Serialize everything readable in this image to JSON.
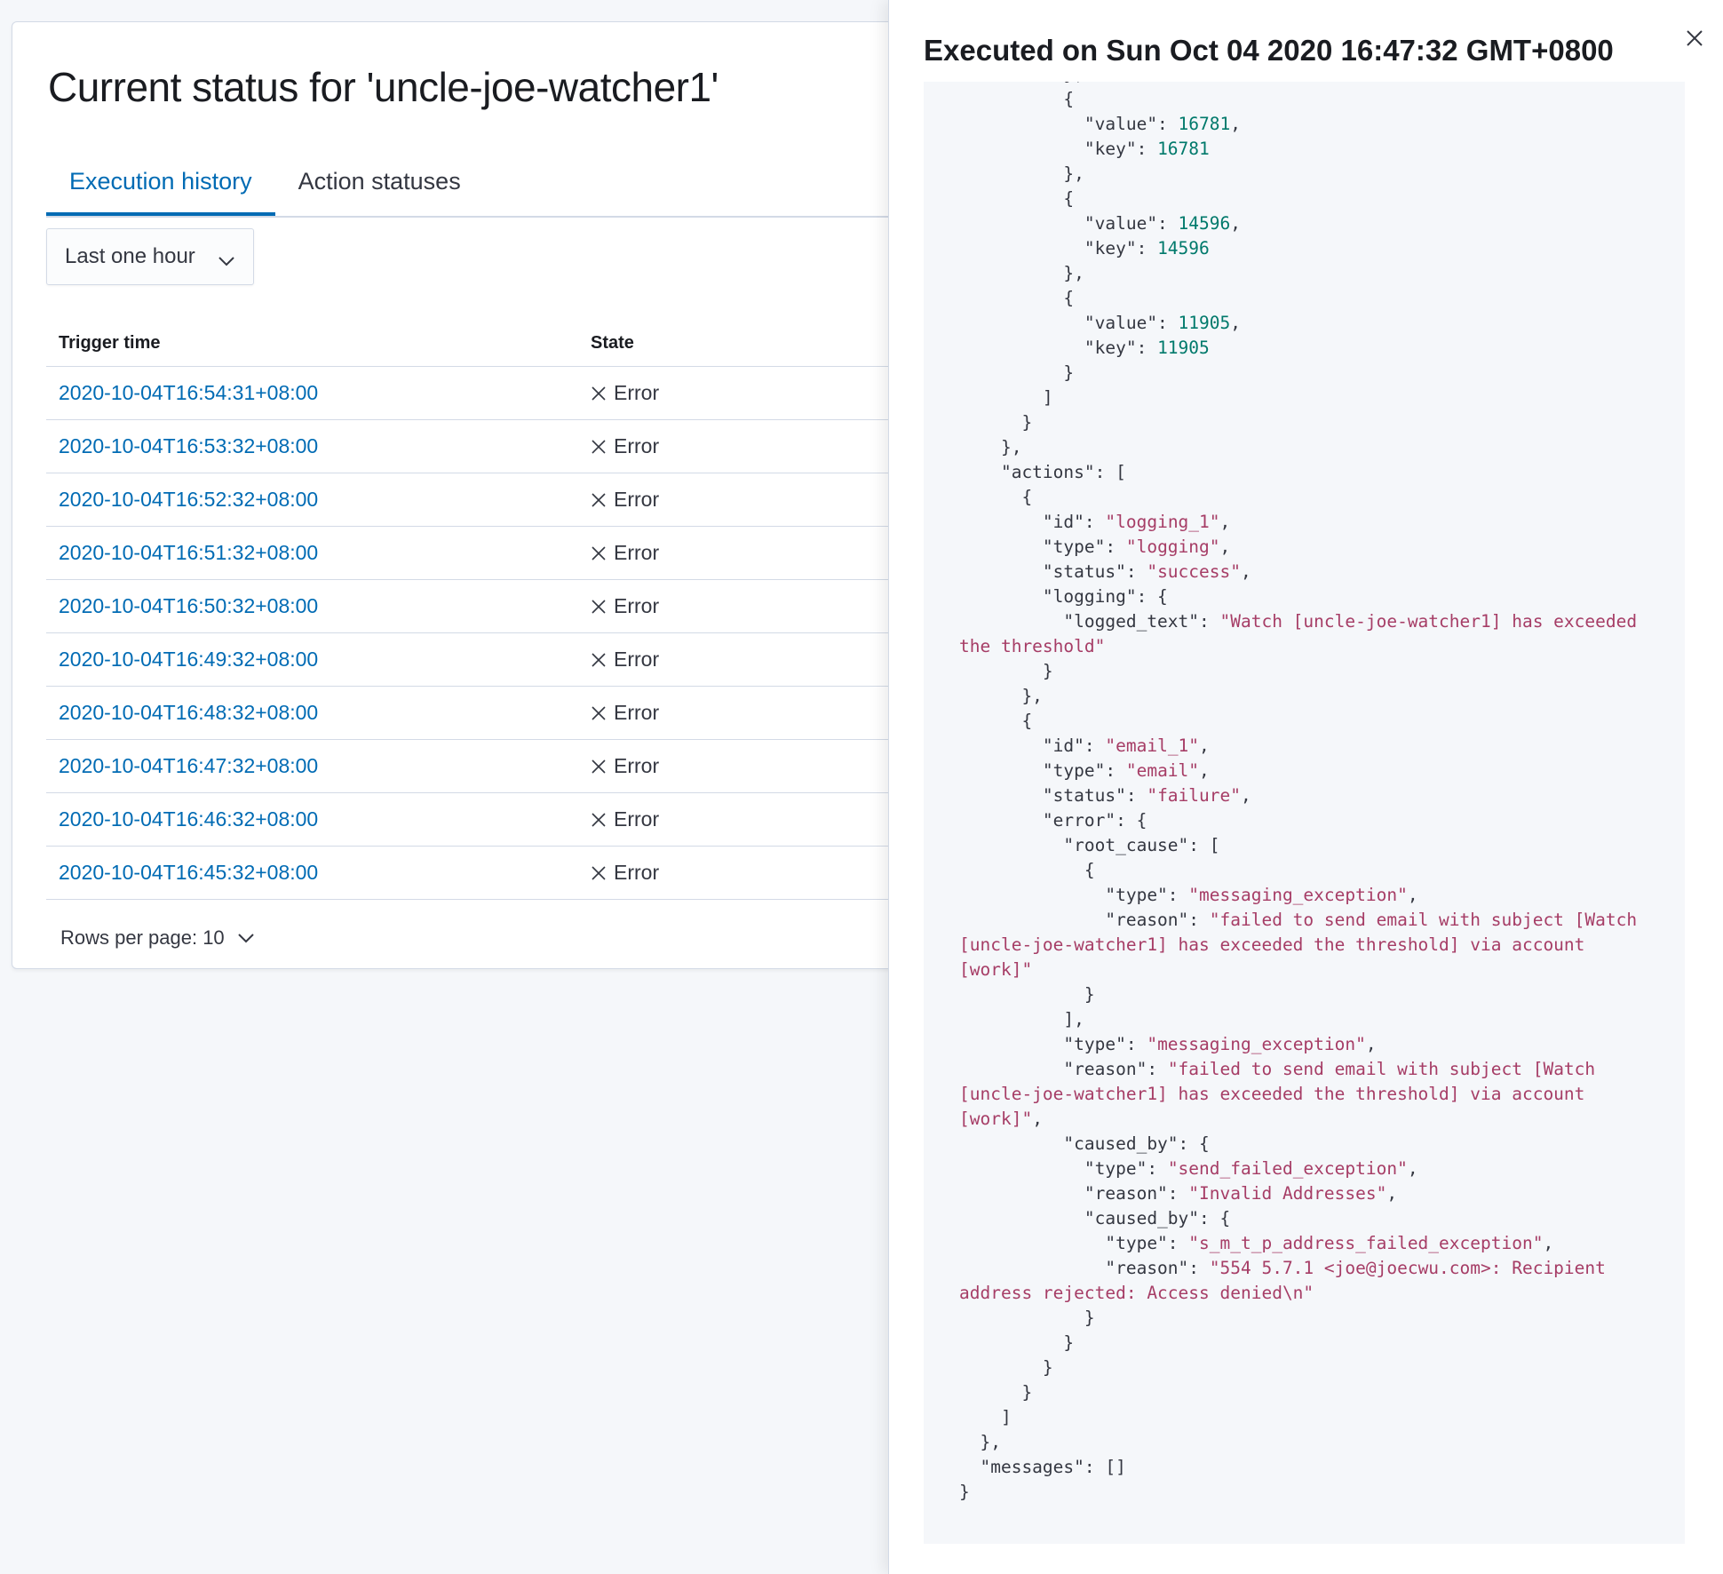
{
  "main": {
    "title": "Current status for 'uncle-joe-watcher1'",
    "tabs": [
      {
        "label": "Execution history",
        "active": true
      },
      {
        "label": "Action statuses",
        "active": false
      }
    ],
    "time_range": "Last one hour",
    "table": {
      "headers": {
        "trigger": "Trigger time",
        "state": "State"
      },
      "rows": [
        {
          "trigger": "2020-10-04T16:54:31+08:00",
          "state": "Error"
        },
        {
          "trigger": "2020-10-04T16:53:32+08:00",
          "state": "Error"
        },
        {
          "trigger": "2020-10-04T16:52:32+08:00",
          "state": "Error"
        },
        {
          "trigger": "2020-10-04T16:51:32+08:00",
          "state": "Error"
        },
        {
          "trigger": "2020-10-04T16:50:32+08:00",
          "state": "Error"
        },
        {
          "trigger": "2020-10-04T16:49:32+08:00",
          "state": "Error"
        },
        {
          "trigger": "2020-10-04T16:48:32+08:00",
          "state": "Error"
        },
        {
          "trigger": "2020-10-04T16:47:32+08:00",
          "state": "Error"
        },
        {
          "trigger": "2020-10-04T16:46:32+08:00",
          "state": "Error"
        },
        {
          "trigger": "2020-10-04T16:45:32+08:00",
          "state": "Error"
        }
      ]
    },
    "rows_per_page": "Rows per page: 10"
  },
  "flyout": {
    "title": "Executed on Sun Oct 04 2020 16:47:32 GMT+0800",
    "code_lines": [
      [
        {
          "t": "          },"
        }
      ],
      [
        {
          "t": "          {"
        }
      ],
      [
        {
          "t": "            \"value\": "
        },
        {
          "t": "16781",
          "c": "n"
        },
        {
          "t": ","
        }
      ],
      [
        {
          "t": "            \"key\": "
        },
        {
          "t": "16781",
          "c": "n"
        }
      ],
      [
        {
          "t": "          },"
        }
      ],
      [
        {
          "t": "          {"
        }
      ],
      [
        {
          "t": "            \"value\": "
        },
        {
          "t": "14596",
          "c": "n"
        },
        {
          "t": ","
        }
      ],
      [
        {
          "t": "            \"key\": "
        },
        {
          "t": "14596",
          "c": "n"
        }
      ],
      [
        {
          "t": "          },"
        }
      ],
      [
        {
          "t": "          {"
        }
      ],
      [
        {
          "t": "            \"value\": "
        },
        {
          "t": "11905",
          "c": "n"
        },
        {
          "t": ","
        }
      ],
      [
        {
          "t": "            \"key\": "
        },
        {
          "t": "11905",
          "c": "n"
        }
      ],
      [
        {
          "t": "          }"
        }
      ],
      [
        {
          "t": "        ]"
        }
      ],
      [
        {
          "t": "      }"
        }
      ],
      [
        {
          "t": "    },"
        }
      ],
      [
        {
          "t": "    \"actions\": ["
        }
      ],
      [
        {
          "t": "      {"
        }
      ],
      [
        {
          "t": "        \"id\": "
        },
        {
          "t": "\"logging_1\"",
          "c": "s"
        },
        {
          "t": ","
        }
      ],
      [
        {
          "t": "        \"type\": "
        },
        {
          "t": "\"logging\"",
          "c": "s"
        },
        {
          "t": ","
        }
      ],
      [
        {
          "t": "        \"status\": "
        },
        {
          "t": "\"success\"",
          "c": "s"
        },
        {
          "t": ","
        }
      ],
      [
        {
          "t": "        \"logging\": {"
        }
      ],
      [
        {
          "t": "          \"logged_text\": "
        },
        {
          "t": "\"Watch [uncle-joe-watcher1] has exceeded",
          "c": "s"
        }
      ],
      [
        {
          "t": "the threshold\"",
          "c": "s"
        }
      ],
      [
        {
          "t": "        }"
        }
      ],
      [
        {
          "t": "      },"
        }
      ],
      [
        {
          "t": "      {"
        }
      ],
      [
        {
          "t": "        \"id\": "
        },
        {
          "t": "\"email_1\"",
          "c": "s"
        },
        {
          "t": ","
        }
      ],
      [
        {
          "t": "        \"type\": "
        },
        {
          "t": "\"email\"",
          "c": "s"
        },
        {
          "t": ","
        }
      ],
      [
        {
          "t": "        \"status\": "
        },
        {
          "t": "\"failure\"",
          "c": "s"
        },
        {
          "t": ","
        }
      ],
      [
        {
          "t": "        \"error\": {"
        }
      ],
      [
        {
          "t": "          \"root_cause\": ["
        }
      ],
      [
        {
          "t": "            {"
        }
      ],
      [
        {
          "t": "              \"type\": "
        },
        {
          "t": "\"messaging_exception\"",
          "c": "s"
        },
        {
          "t": ","
        }
      ],
      [
        {
          "t": "              \"reason\": "
        },
        {
          "t": "\"failed to send email with subject [Watch",
          "c": "s"
        }
      ],
      [
        {
          "t": "[uncle-joe-watcher1] has exceeded the threshold] via account",
          "c": "s"
        }
      ],
      [
        {
          "t": "[work]\"",
          "c": "s"
        }
      ],
      [
        {
          "t": "            }"
        }
      ],
      [
        {
          "t": "          ],"
        }
      ],
      [
        {
          "t": "          \"type\": "
        },
        {
          "t": "\"messaging_exception\"",
          "c": "s"
        },
        {
          "t": ","
        }
      ],
      [
        {
          "t": "          \"reason\": "
        },
        {
          "t": "\"failed to send email with subject [Watch",
          "c": "s"
        }
      ],
      [
        {
          "t": "[uncle-joe-watcher1] has exceeded the threshold] via account",
          "c": "s"
        }
      ],
      [
        {
          "t": "[work]\"",
          "c": "s"
        },
        {
          "t": ","
        }
      ],
      [
        {
          "t": "          \"caused_by\": {"
        }
      ],
      [
        {
          "t": "            \"type\": "
        },
        {
          "t": "\"send_failed_exception\"",
          "c": "s"
        },
        {
          "t": ","
        }
      ],
      [
        {
          "t": "            \"reason\": "
        },
        {
          "t": "\"Invalid Addresses\"",
          "c": "s"
        },
        {
          "t": ","
        }
      ],
      [
        {
          "t": "            \"caused_by\": {"
        }
      ],
      [
        {
          "t": "              \"type\": "
        },
        {
          "t": "\"s_m_t_p_address_failed_exception\"",
          "c": "s"
        },
        {
          "t": ","
        }
      ],
      [
        {
          "t": "              \"reason\": "
        },
        {
          "t": "\"554 5.7.1 <joe@joecwu.com>: Recipient",
          "c": "s"
        }
      ],
      [
        {
          "t": "address rejected: Access denied\\n\"",
          "c": "s"
        }
      ],
      [
        {
          "t": "            }"
        }
      ],
      [
        {
          "t": "          }"
        }
      ],
      [
        {
          "t": "        }"
        }
      ],
      [
        {
          "t": "      }"
        }
      ],
      [
        {
          "t": "    ]"
        }
      ],
      [
        {
          "t": "  },"
        }
      ],
      [
        {
          "t": "  \"messages\": []"
        }
      ],
      [
        {
          "t": "}"
        }
      ]
    ]
  },
  "colors": {
    "link": "#006bb4",
    "string": "#a63d66",
    "number": "#00796b"
  },
  "icons": {
    "state_error": "cross-icon",
    "dropdown": "chevron-down-icon",
    "close": "close-icon"
  }
}
